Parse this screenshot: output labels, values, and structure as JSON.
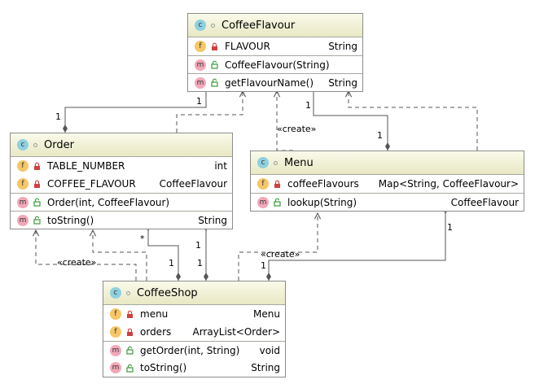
{
  "classes": {
    "coffee_flavour": {
      "name": "CoffeeFlavour",
      "fields": [
        {
          "name": "FLAVOUR",
          "type": "String"
        }
      ],
      "constructors": [
        {
          "name": "CoffeeFlavour(String)",
          "type": ""
        }
      ],
      "methods": [
        {
          "name": "getFlavourName()",
          "type": "String"
        }
      ]
    },
    "order": {
      "name": "Order",
      "fields": [
        {
          "name": "TABLE_NUMBER",
          "type": "int"
        },
        {
          "name": "COFFEE_FLAVOUR",
          "type": "CoffeeFlavour"
        }
      ],
      "constructors": [
        {
          "name": "Order(int, CoffeeFlavour)",
          "type": ""
        }
      ],
      "methods": [
        {
          "name": "toString()",
          "type": "String"
        }
      ]
    },
    "menu": {
      "name": "Menu",
      "fields": [
        {
          "name": "coffeeFlavours",
          "type": "Map<String, CoffeeFlavour>"
        }
      ],
      "methods": [
        {
          "name": "lookup(String)",
          "type": "CoffeeFlavour"
        }
      ]
    },
    "coffee_shop": {
      "name": "CoffeeShop",
      "fields": [
        {
          "name": "menu",
          "type": "Menu"
        },
        {
          "name": "orders",
          "type": "ArrayList<Order>"
        }
      ],
      "methods": [
        {
          "name": "getOrder(int, String)",
          "type": "void"
        },
        {
          "name": "toString()",
          "type": "String"
        }
      ]
    }
  },
  "badges": {
    "class": "c",
    "field": "f",
    "method": "m"
  },
  "labels": {
    "create": "«create»",
    "one": "1",
    "many": "*"
  },
  "colors": {
    "header": "#f0f0d6",
    "border": "#8c8c8c",
    "class_badge": "#8fd0e0",
    "field_badge": "#f6c667",
    "method_badge": "#f3a8b8",
    "private_lock": "#d04040",
    "public_open": "#3a9a3a"
  }
}
